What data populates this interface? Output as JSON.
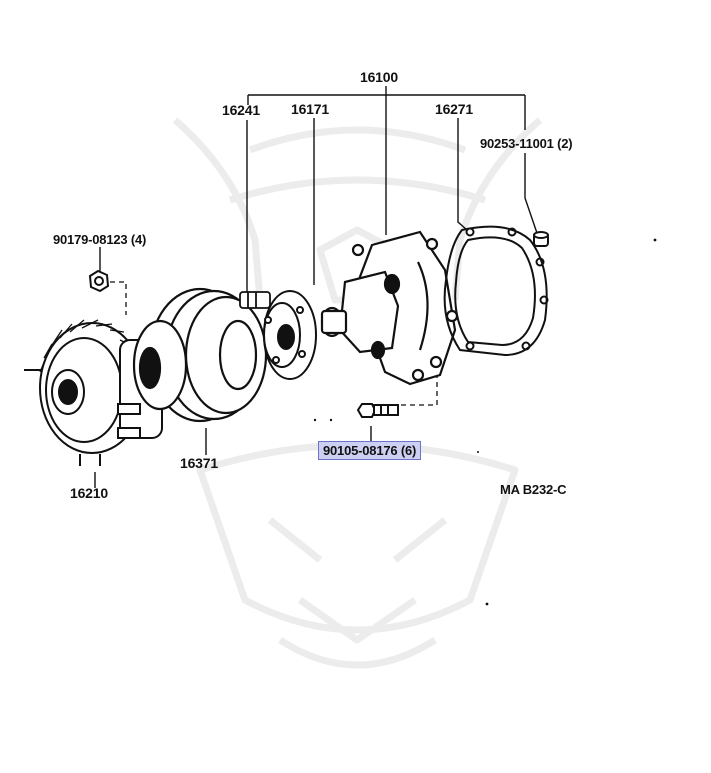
{
  "labels": {
    "p16100": "16100",
    "p16241": "16241",
    "p16171": "16171",
    "p16271": "16271",
    "p90253": "90253-11001 (2)",
    "p90179": "90179-08123 (4)",
    "p90105": "90105-08176 (6)",
    "p16371": "16371",
    "p16210": "16210",
    "ref": "MA B232-C"
  },
  "highlight_color": "#cdd0f2",
  "watermark": "samurai-crest-watermark"
}
